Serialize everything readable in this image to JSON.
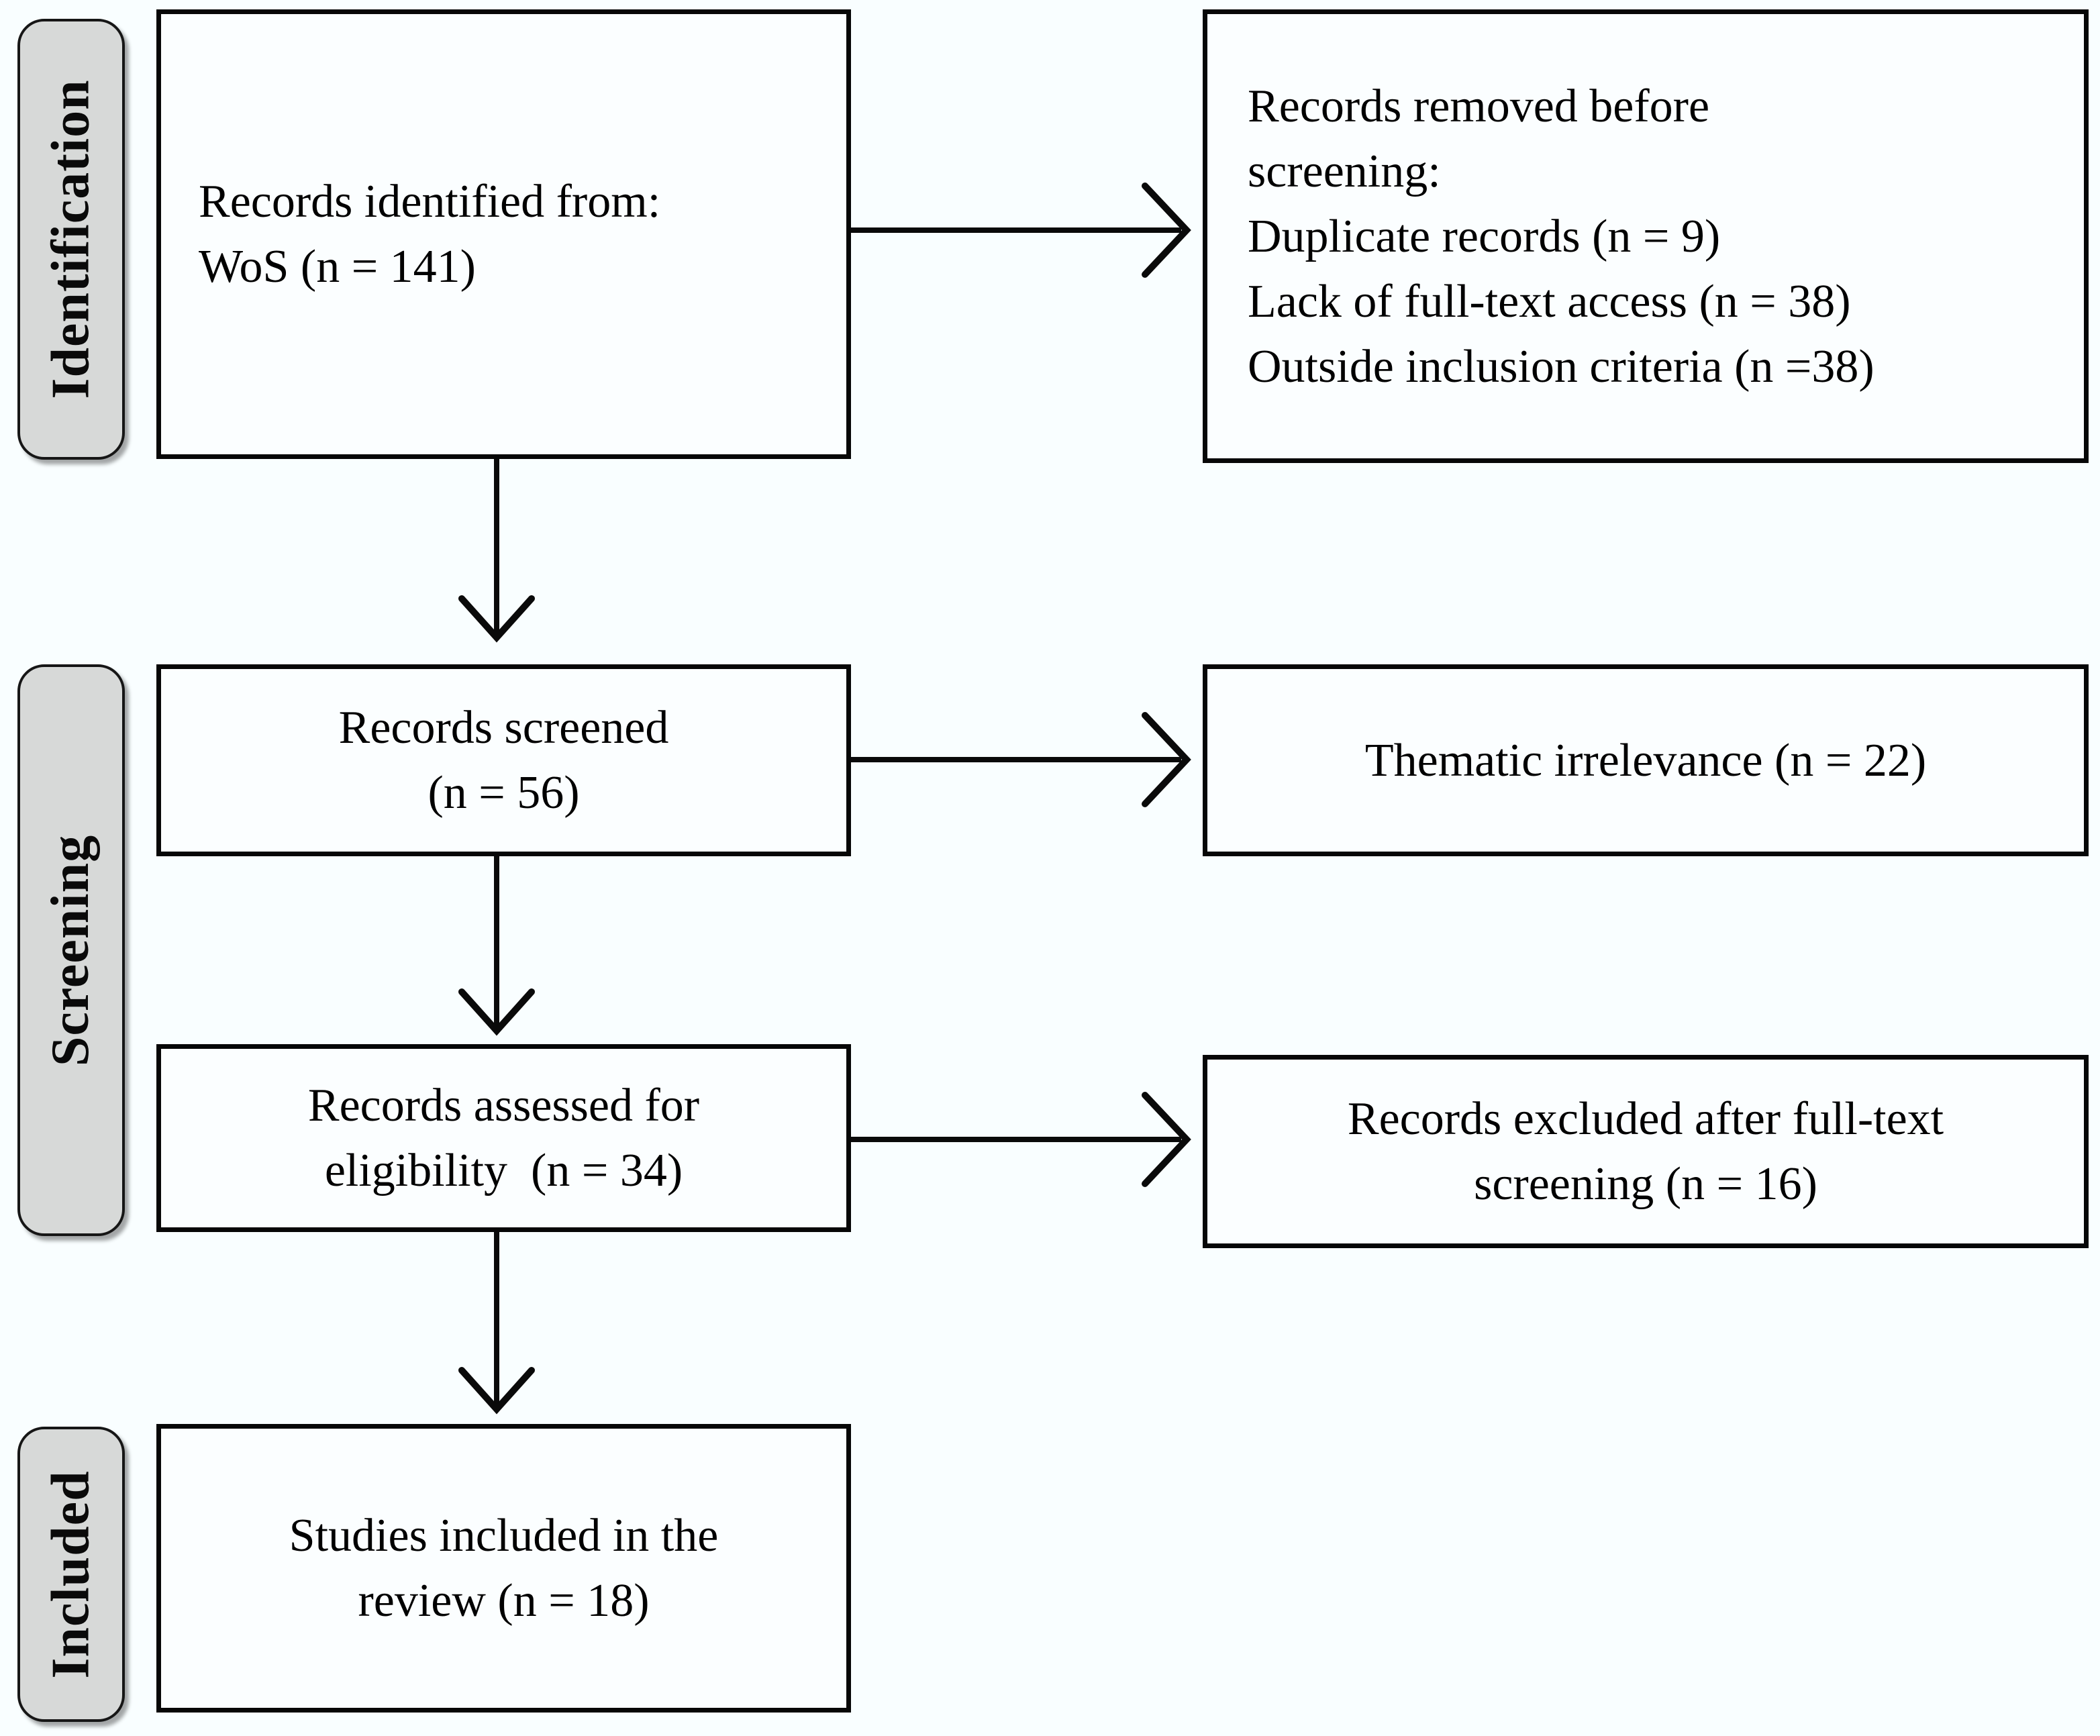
{
  "sidebar": {
    "identification": "Identification",
    "screening": "Screening",
    "included": "Included"
  },
  "boxes": {
    "identified": {
      "lines": [
        "Records identified from:",
        "WoS (n = 141)"
      ]
    },
    "removed": {
      "lines": [
        "Records removed before",
        "screening:",
        "Duplicate records (n = 9)",
        "Lack of full-text access (n = 38)",
        "Outside inclusion criteria (n =38)"
      ]
    },
    "screened": {
      "lines": [
        "Records screened",
        "(n = 56)"
      ]
    },
    "thematic": {
      "lines": [
        "Thematic irrelevance (n = 22)"
      ]
    },
    "assessed": {
      "lines": [
        "Records assessed for",
        "eligibility  (n = 34)"
      ]
    },
    "excluded": {
      "lines": [
        "Records excluded after full-text",
        "screening (n = 16)"
      ]
    },
    "included_studies": {
      "lines": [
        "Studies included in the",
        "review (n = 18)"
      ]
    }
  },
  "colors": {
    "background": "#f9feff",
    "box_fill": "#fbfeff",
    "box_border": "#070707",
    "stage_fill": "#d7d9d8",
    "arrow": "#0a0a0a"
  }
}
